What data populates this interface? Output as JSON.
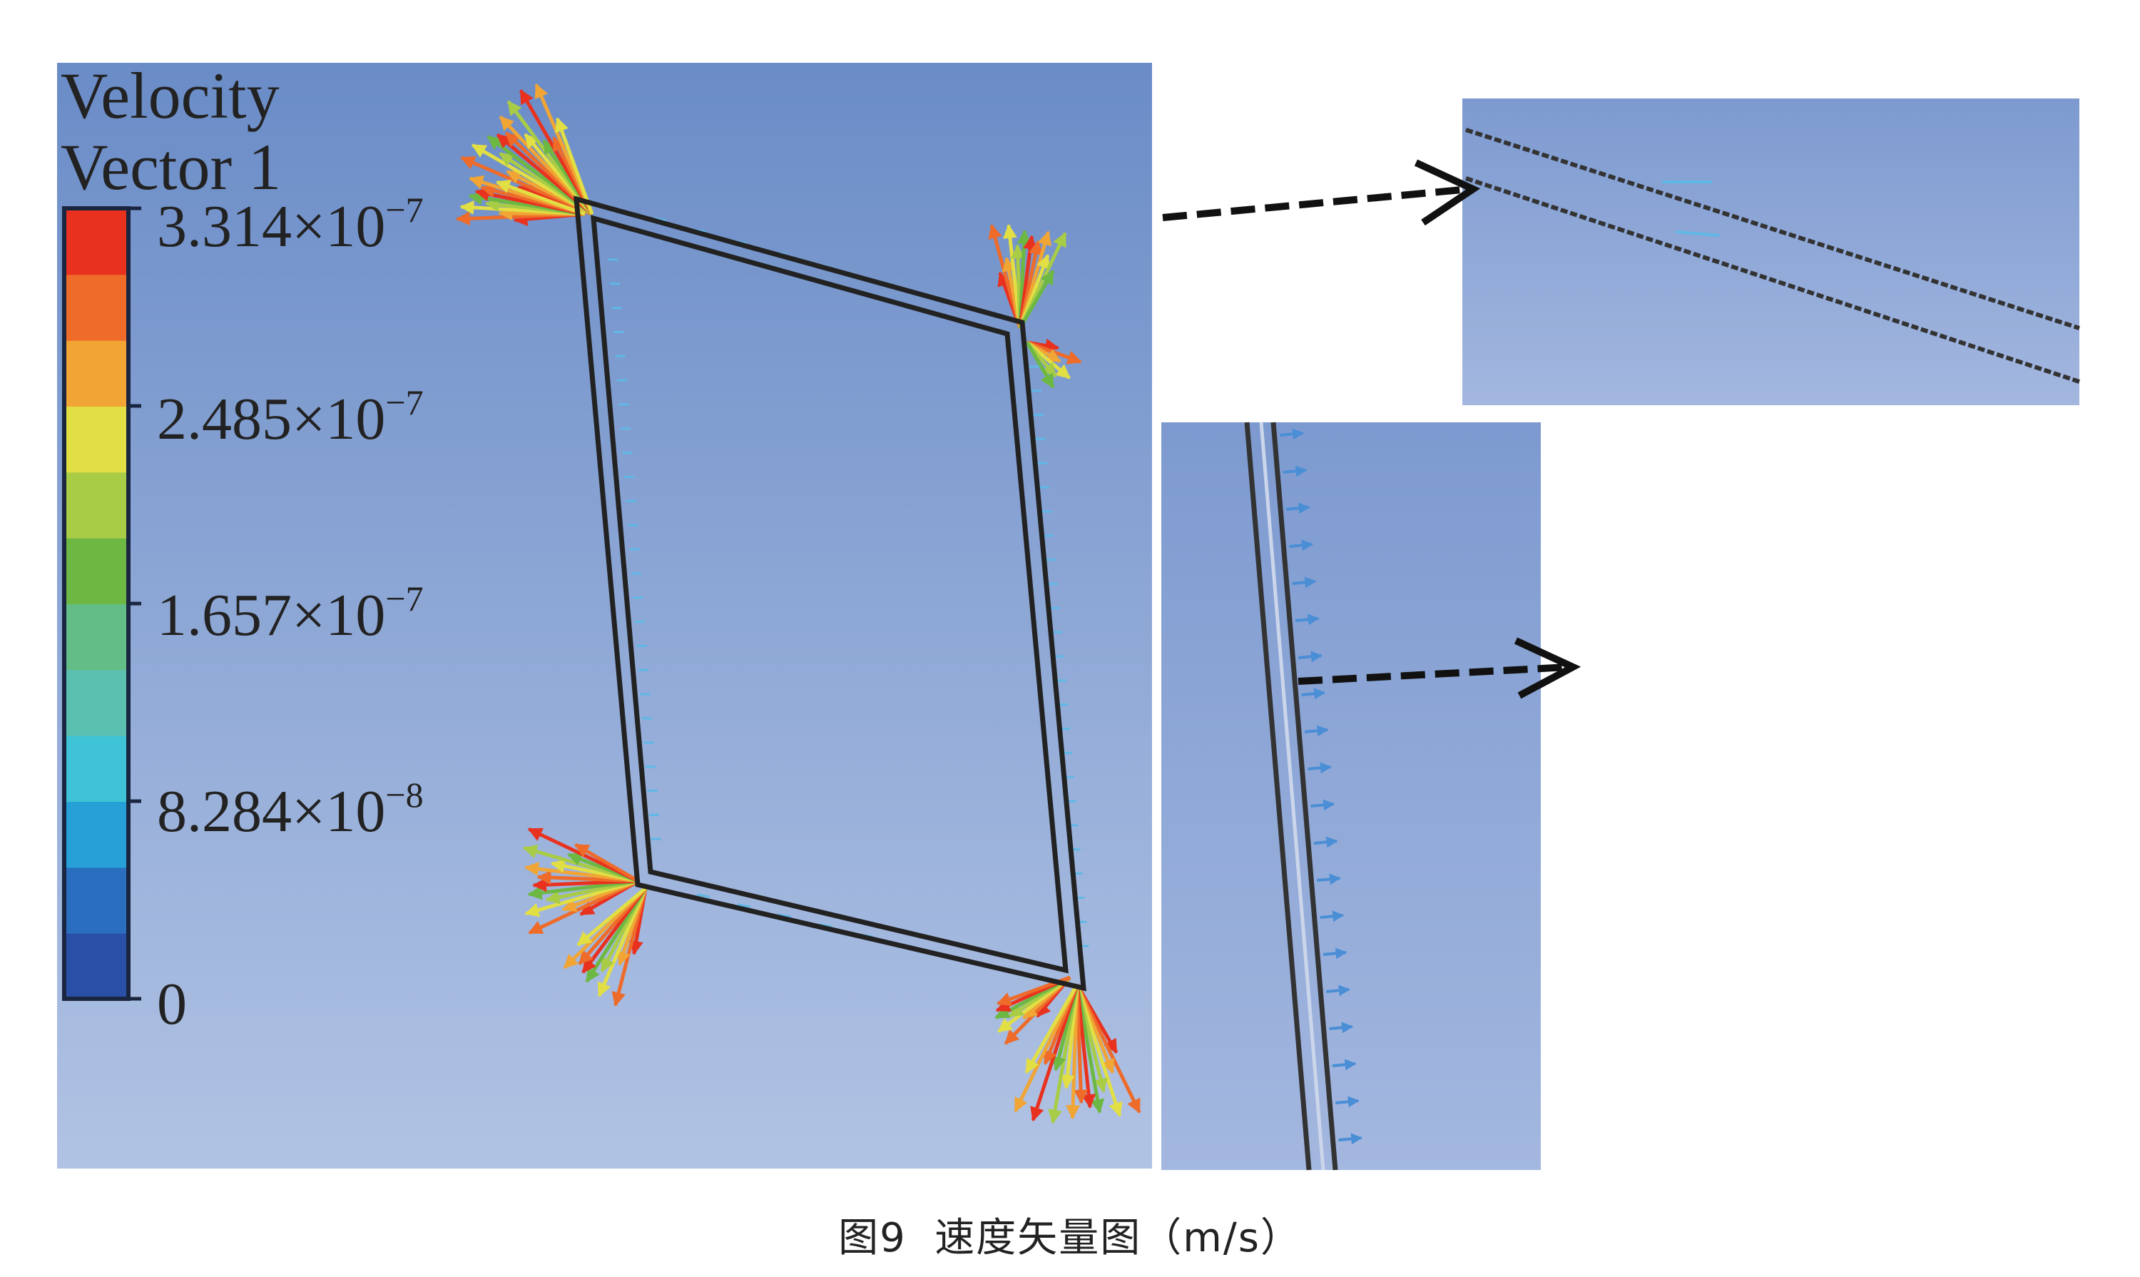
{
  "legend": {
    "title_line1": "Velocity",
    "title_line2": "Vector 1",
    "ticks": [
      "3.314×10",
      "2.485×10",
      "1.657×10",
      "8.284×10",
      "0"
    ],
    "tick_exponents": [
      "−7",
      "−7",
      "−7",
      "−8",
      ""
    ],
    "colors": [
      "#2a4fa6",
      "#2a6fbf",
      "#27a0d8",
      "#3fc3d6",
      "#5cc0b0",
      "#62bd86",
      "#6cb843",
      "#a9cc46",
      "#e2df45",
      "#f0a535",
      "#ee6b2a",
      "#e8321f"
    ]
  },
  "caption": "图9  速度矢量图（m/s）",
  "chart_data": {
    "type": "vector-field",
    "title": "Velocity Vector 1",
    "colorbar_ticks": [
      0,
      8.284e-08,
      1.657e-07,
      2.485e-07,
      3.314e-07
    ],
    "colorbar_range": [
      0,
      3.314e-07
    ],
    "unit": "m/s"
  },
  "colors": {
    "background_top": "#6a8cc7",
    "background_bottom": "#b1c3e4",
    "frame": "#222222"
  }
}
